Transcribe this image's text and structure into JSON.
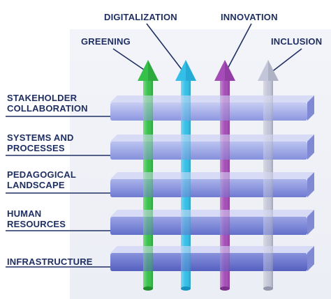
{
  "pillars": [
    {
      "label": "GREENING",
      "color": "#36c24a",
      "color_dark": "#1f8f2e"
    },
    {
      "label": "DIGITALIZATION",
      "color": "#33bfe8",
      "color_dark": "#1791c0"
    },
    {
      "label": "INNOVATION",
      "color": "#a64cb8",
      "color_dark": "#7c2f8f"
    },
    {
      "label": "INCLUSION",
      "color": "#c3c6d8",
      "color_dark": "#9598ad"
    }
  ],
  "layers": [
    {
      "label_lines": [
        "STAKEHOLDER",
        "COLLABORATION"
      ]
    },
    {
      "label_lines": [
        "SYSTEMS AND",
        "PROCESSES"
      ]
    },
    {
      "label_lines": [
        "PEDAGOGICAL",
        "LANDSCAPE"
      ]
    },
    {
      "label_lines": [
        "HUMAN",
        "RESOURCES"
      ]
    },
    {
      "label_lines": [
        "INFRASTRUCTURE"
      ]
    }
  ],
  "colors": {
    "label_text": "#1f2f63",
    "leader_line": "#1f2f63",
    "slab_light": "#b8c0ee",
    "slab_dark": "#5f69c4"
  }
}
